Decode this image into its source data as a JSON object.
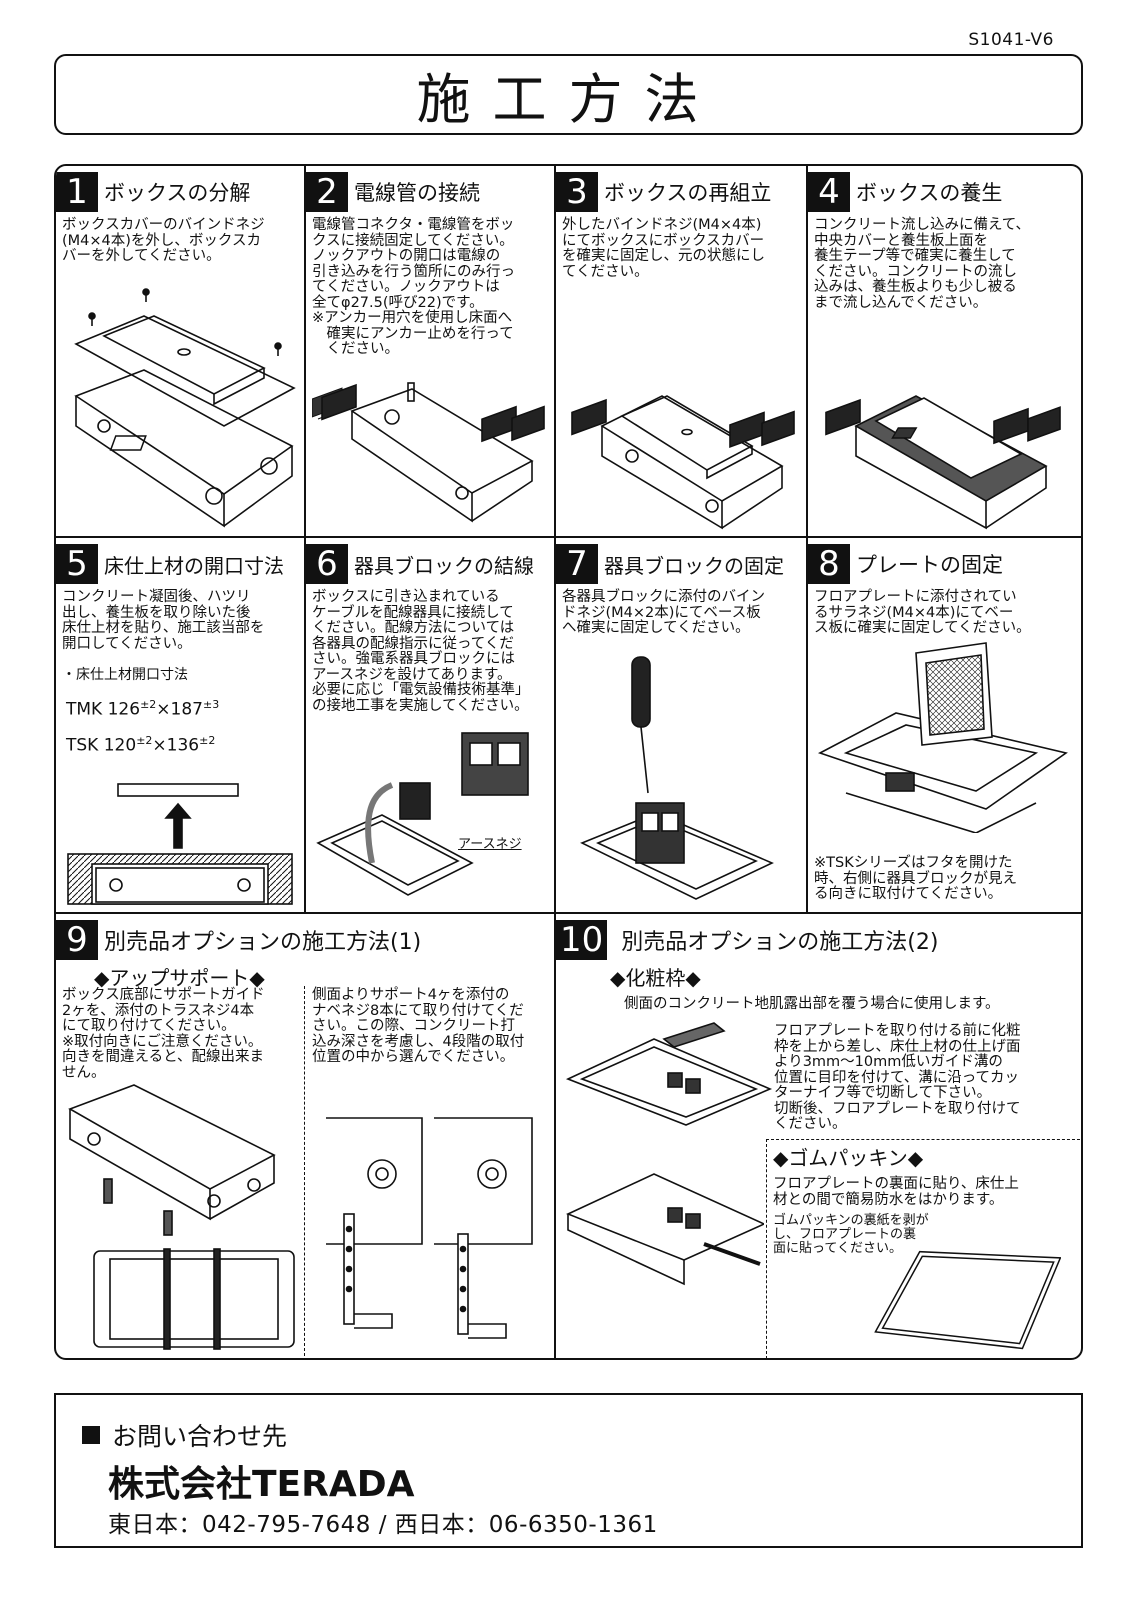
{
  "doc_id": "S1041-V6",
  "title": "施工方法",
  "steps": [
    {
      "num": "1",
      "title": "ボックスの分解",
      "text": "ボックスカバーのバインドネジ\n(M4×4本)を外し、ボックスカ\nバーを外してください。"
    },
    {
      "num": "2",
      "title": "電線管の接続",
      "text": "電線管コネクタ・電線管をボッ\nクスに接続固定してください。\nノックアウトの開口は電線の\n引き込みを行う箇所にのみ行っ\nてください。ノックアウトは\n全てφ27.5(呼び22)です。\n※アンカー用穴を使用し床面へ\n　確実にアンカー止めを行って\n　ください。"
    },
    {
      "num": "3",
      "title": "ボックスの再組立",
      "text": "外したバインドネジ(M4×4本)\nにてボックスにボックスカバー\nを確実に固定し、元の状態にし\nてください。"
    },
    {
      "num": "4",
      "title": "ボックスの養生",
      "text": "コンクリート流し込みに備えて、\n中央カバーと養生板上面を\n養生テープ等で確実に養生して\nください。コンクリートの流し\n込みは、養生板よりも少し被る\nまで流し込んでください。"
    },
    {
      "num": "5",
      "title": "床仕上材の開口寸法",
      "text": "コンクリート凝固後、ハツリ\n出し、養生板を取り除いた後\n床仕上材を貼り、施工該当部を\n開口してください。"
    },
    {
      "num": "6",
      "title": "器具ブロックの結線",
      "text": "ボックスに引き込まれている\nケーブルを配線器具に接続して\nください。配線方法については\n各器具の配線指示に従ってくだ\nさい。強電系器具ブロックには\nアースネジを設けてあります。\n必要に応じ「電気設備技術基準」\nの接地工事を実施してください。"
    },
    {
      "num": "7",
      "title": "器具ブロックの固定",
      "text": "各器具ブロックに添付のバイン\nドネジ(M4×2本)にてベース板\nへ確実に固定してください。"
    },
    {
      "num": "8",
      "title": "プレートの固定",
      "text": "フロアプレートに添付されてい\nるサラネジ(M4×4本)にてベー\nス板に確実に固定してください。"
    },
    {
      "num": "9",
      "title": "別売品オプションの施工方法(1)"
    },
    {
      "num": "10",
      "title": "別売品オプションの施工方法(2)"
    }
  ],
  "step5_dims": {
    "label": "・床仕上材開口寸法",
    "tmk": {
      "name": "TMK",
      "w": "126",
      "w_tol": "±2",
      "h": "187",
      "h_tol": "±3"
    },
    "tsk": {
      "name": "TSK",
      "w": "120",
      "w_tol": "±2",
      "h": "136",
      "h_tol": "±2"
    },
    "times": "×"
  },
  "step6_label": "アースネジ",
  "step8_note": "※TSKシリーズはフタを開けた\n時、右側に器具ブロックが見え\nる向きに取付けてください。",
  "step9": {
    "subtitle": "◆アップサポート◆",
    "text_left": "ボックス底部にサポートガイド\n2ヶを、添付のトラスネジ4本\nにて取り付けてください。\n※取付向きにご注意ください。\n向きを間違えると、配線出来ま\nせん。",
    "text_right": "側面よりサポート4ヶを添付の\nナベネジ8本にて取り付けてくだ\nさい。この際、コンクリート打\n込み深さを考慮し、4段階の取付\n位置の中から選んでください。"
  },
  "step10": {
    "subtitle": "◆化粧枠◆",
    "intro": "側面のコンクリート地肌露出部を覆う場合に使用します。",
    "text": "フロアプレートを取り付ける前に化粧\n枠を上から差し、床仕上材の仕上げ面\nより3mm〜10mm低いガイド溝の\n位置に目印を付けて、溝に沿ってカッ\nターナイフ等で切断して下さい。\n切断後、フロアプレートを取り付けて\nください。",
    "gasket_title": "◆ゴムパッキン◆",
    "gasket_text": "フロアプレートの裏面に貼り、床仕上\n材との間で簡易防水をはかります。",
    "gasket_note": "ゴムパッキンの裏紙を剥が\nし、フロアプレートの裏\n面に貼ってください。"
  },
  "contact": {
    "label": "お問い合わせ先",
    "company": "株式会社TERADA",
    "tel": "東日本：042-795-7648 / 西日本：06-6350-1361"
  }
}
